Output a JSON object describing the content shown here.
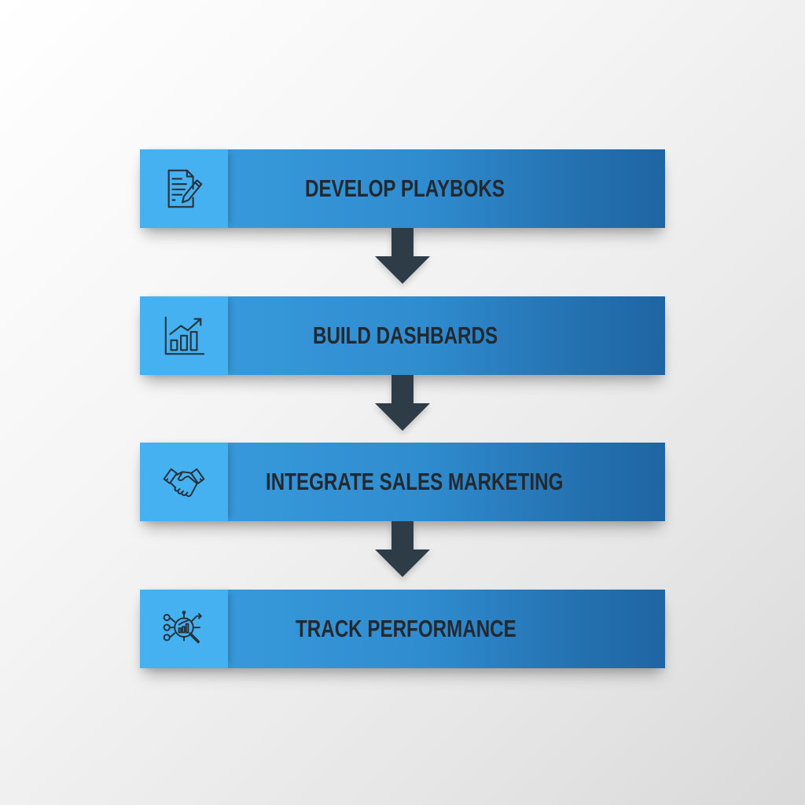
{
  "diagram": {
    "type": "vertical-process-flow",
    "colors": {
      "icon_panel": "#45b1f0",
      "bar_gradient_start": "#3799db",
      "bar_gradient_end": "#1f65a3",
      "label_text": "#23292f",
      "arrow": "#2e3c47",
      "icon_stroke": "#26323c",
      "background_start": "#ffffff",
      "background_end": "#d9d9d9"
    },
    "steps": [
      {
        "label": "DEVELOP PLAYBOKS",
        "icon": "document-edit-icon"
      },
      {
        "label": "BUILD DASHBARDS",
        "icon": "bar-chart-trend-icon"
      },
      {
        "label": "INTEGRATE SALES MARKETING",
        "icon": "handshake-icon"
      },
      {
        "label": "TRACK PERFORMANCE",
        "icon": "analytics-search-icon"
      }
    ],
    "connectors": [
      {
        "from": 0,
        "to": 1,
        "icon": "arrow-down-icon"
      },
      {
        "from": 1,
        "to": 2,
        "icon": "arrow-down-icon"
      },
      {
        "from": 2,
        "to": 3,
        "icon": "arrow-down-icon"
      }
    ]
  }
}
